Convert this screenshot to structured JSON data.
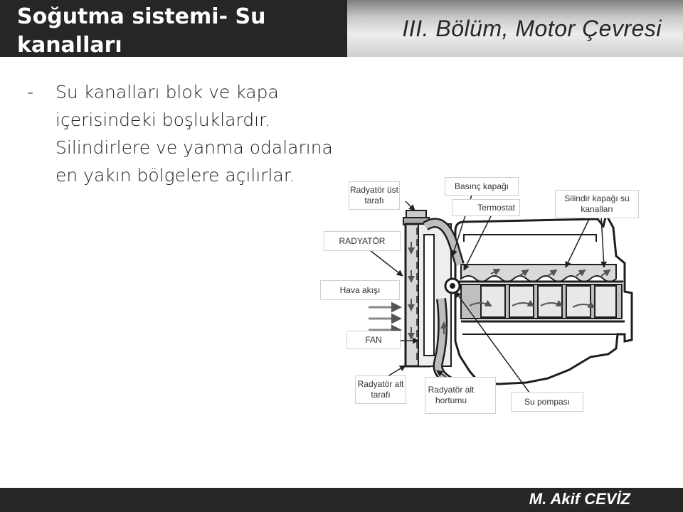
{
  "header": {
    "title": "Soğutma sistemi- Su kanalları",
    "chapter": "III. Bölüm, Motor Çevresi"
  },
  "body": {
    "bullet": "-",
    "text": "Su kanalları blok ve kapa içerisindeki boşluklardır. Silindirlere ve yanma odalarına en yakın bölgelere açılırlar."
  },
  "diagram": {
    "labels": {
      "radiator_top": "Radyatör üst tarafı",
      "pressure_cap": "Basınç kapağı",
      "thermostat": "Termostat",
      "head_channels": "Silindir kapağı su kanalları",
      "radiator": "RADYATÖR",
      "airflow": "Hava akışı",
      "fan": "FAN",
      "radiator_bottom": "Radyatör alt tarafı",
      "bottom_hose": "Radyatör alt hortumu",
      "water_pump": "Su pompası"
    }
  },
  "footer": {
    "author": "M. Akif CEVİZ"
  }
}
